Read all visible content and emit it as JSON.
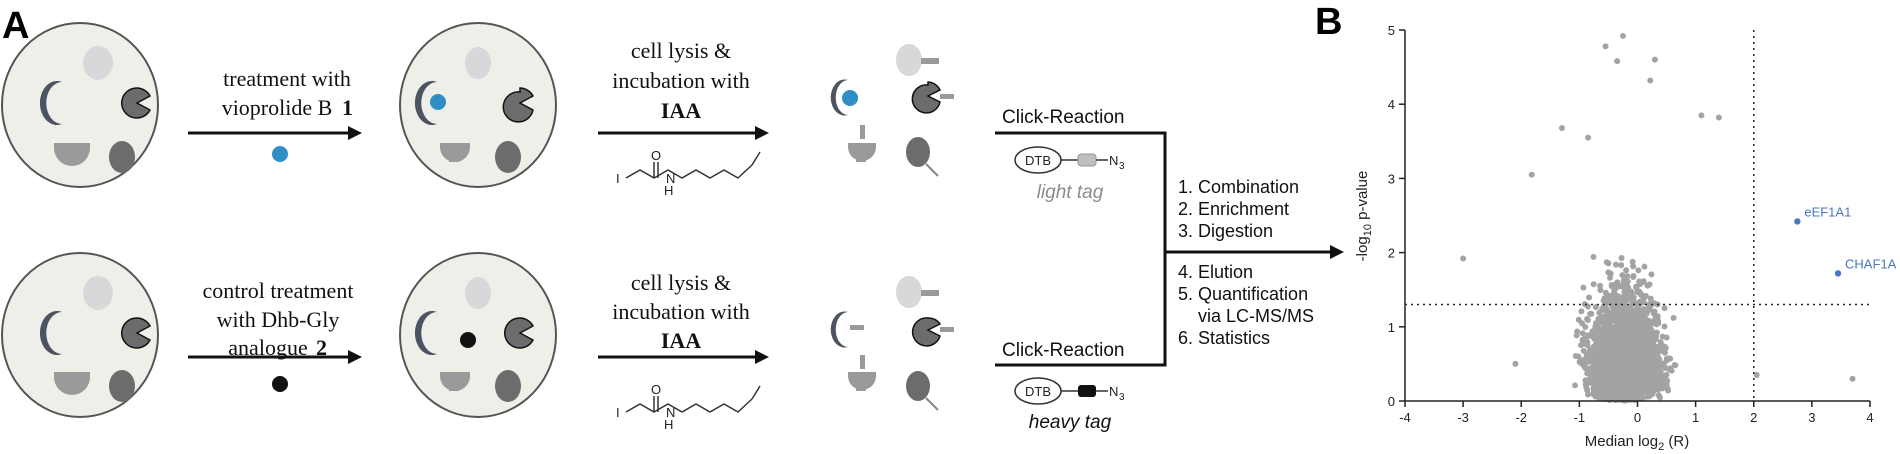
{
  "panels": {
    "a": "A",
    "b": "B"
  },
  "top_row": {
    "treatment_line1": "treatment with",
    "treatment_line2": "vioprolide B",
    "treatment_num": "1",
    "lysis_line1": "cell lysis &",
    "lysis_line2": "incubation with",
    "lysis_bold": "IAA",
    "click_label": "Click-Reaction",
    "tag_label": "light tag"
  },
  "bottom_row": {
    "treatment_line1": "control treatment",
    "treatment_line2": "with Dhb-Gly",
    "treatment_line3": "analogue",
    "treatment_num": "2",
    "lysis_line1": "cell lysis &",
    "lysis_line2": "incubation with",
    "lysis_bold": "IAA",
    "click_label": "Click-Reaction",
    "tag_label": "heavy tag"
  },
  "structure_labels": {
    "iodo": "I",
    "carbonyl_o": "O",
    "amide_h": "H",
    "amide_n": "N"
  },
  "tag_parts": {
    "dtb": "DTB",
    "azide": "N",
    "azide_sub": "3"
  },
  "workflow": {
    "steps_top": [
      "1. Combination",
      "2. Enrichment",
      "3. Digestion"
    ],
    "steps_bottom": [
      "4. Elution",
      "5. Quantification",
      "via LC-MS/MS",
      "6. Statistics"
    ]
  },
  "colors": {
    "vioprolide": "#2f8fc4",
    "control": "#111111",
    "cell_fill": "#efefe9",
    "scatter": "#a3a3a3",
    "highlight": "#4a78c0"
  },
  "chart_data": {
    "type": "scatter",
    "xlabel_main": "Median log",
    "xlabel_sub": "2",
    "xlabel_tail": " (R)",
    "ylabel_pre": "-log",
    "ylabel_sub": "10",
    "ylabel_tail": " p-value",
    "xlim": [
      -4,
      4
    ],
    "ylim": [
      0,
      5
    ],
    "xticks": [
      "-4",
      "-3",
      "-2",
      "-1",
      "0",
      "1",
      "2",
      "3",
      "4"
    ],
    "yticks": [
      "0",
      "1",
      "2",
      "3",
      "4",
      "5"
    ],
    "threshold_x": 2,
    "threshold_y": 1.3,
    "highlighted": [
      {
        "name": "eEF1A1",
        "x": 2.75,
        "y": 2.42
      },
      {
        "name": "CHAF1A",
        "x": 3.45,
        "y": 1.72
      }
    ],
    "notable_points": [
      {
        "x": -0.25,
        "y": 4.92
      },
      {
        "x": -0.55,
        "y": 4.78
      },
      {
        "x": 0.3,
        "y": 4.6
      },
      {
        "x": -0.35,
        "y": 4.58
      },
      {
        "x": 0.22,
        "y": 4.32
      },
      {
        "x": 1.1,
        "y": 3.85
      },
      {
        "x": 1.4,
        "y": 3.82
      },
      {
        "x": -1.3,
        "y": 3.68
      },
      {
        "x": -0.85,
        "y": 3.55
      },
      {
        "x": -3.0,
        "y": 1.92
      },
      {
        "x": -1.82,
        "y": 3.05
      },
      {
        "x": 3.7,
        "y": 0.3
      },
      {
        "x": -2.1,
        "y": 0.5
      },
      {
        "x": 2.05,
        "y": 0.35
      }
    ]
  }
}
